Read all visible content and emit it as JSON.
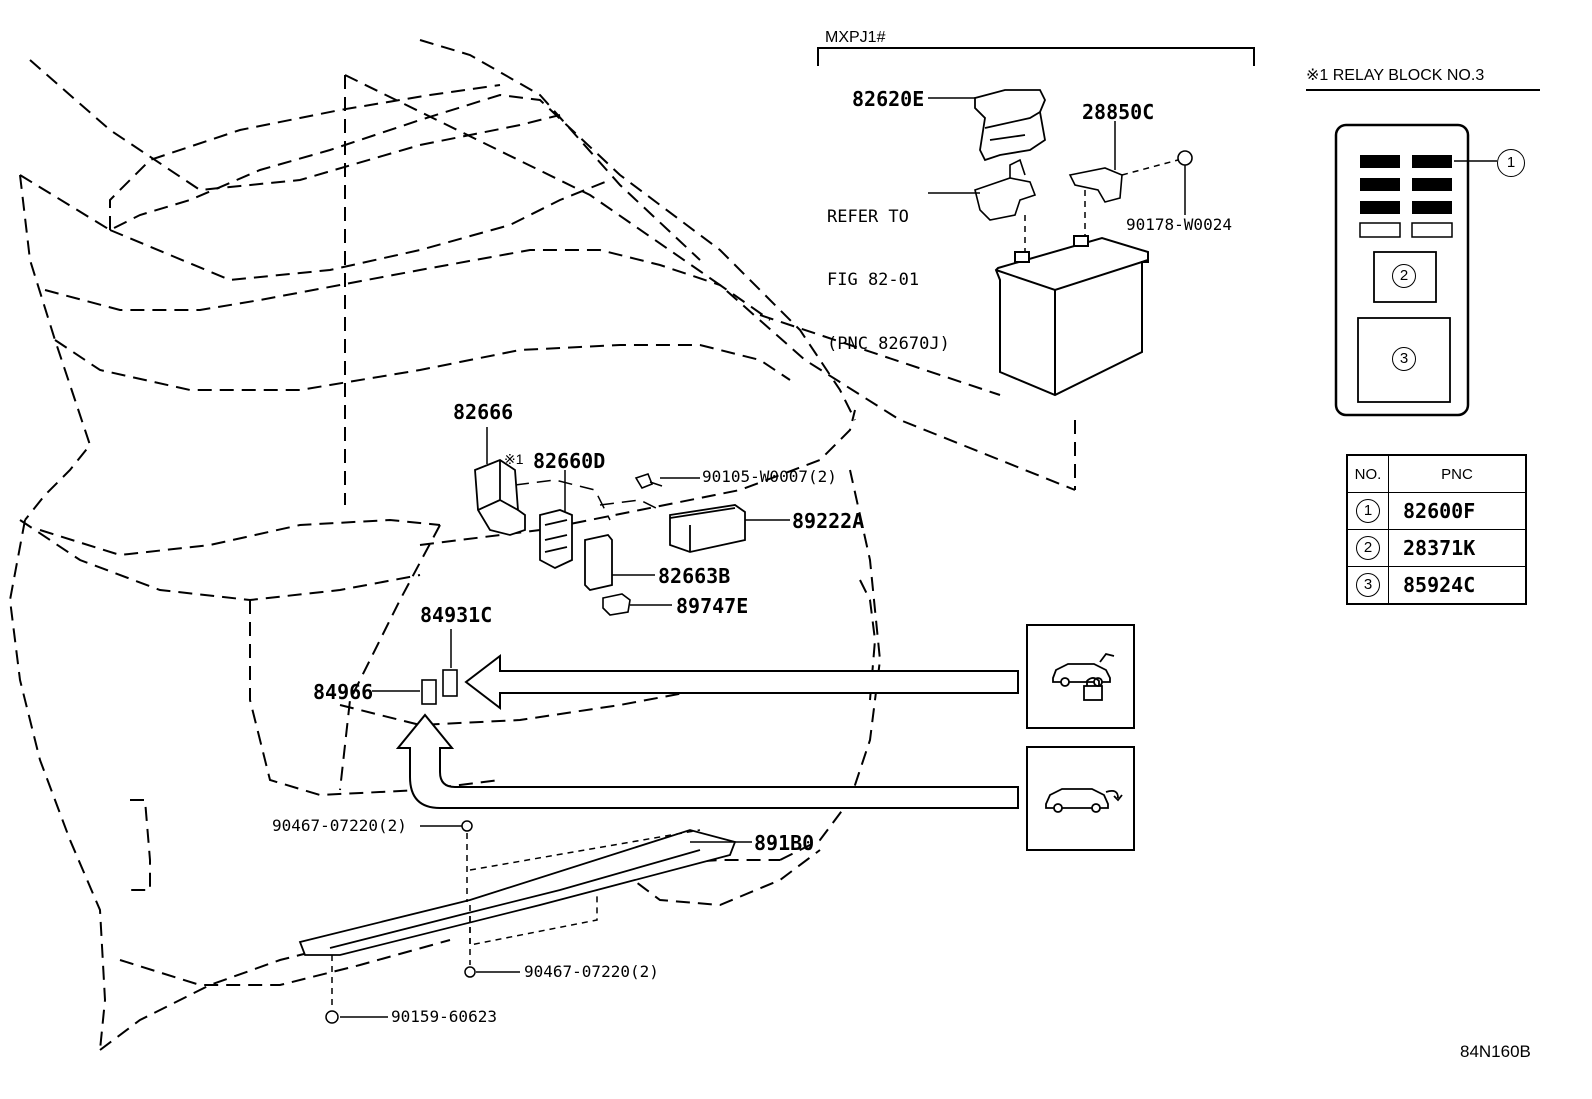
{
  "diagram": {
    "model_code": "MXPJ1#",
    "relay_block_title": "※1 RELAY BLOCK NO.3",
    "figure_code": "84N160B",
    "note_lines": [
      "REFER TO",
      "FIG 82-01",
      "(PNC 82670J)"
    ],
    "relay_block_callouts": [
      "1",
      "2",
      "3"
    ],
    "part_labels": {
      "p82620E": "82620E",
      "p28850C": "28850C",
      "p90178": "90178-W0024",
      "p82666": "82666",
      "p82660D_mark": "※1",
      "p82660D": "82660D",
      "p90105": "90105-W0007(2)",
      "p89222A": "89222A",
      "p82663B": "82663B",
      "p89747E": "89747E",
      "p84931C": "84931C",
      "p84966": "84966",
      "p90467_top": "90467-07220(2)",
      "p891B0": "891B0",
      "p90467_bottom": "90467-07220(2)",
      "p90159": "90159-60623"
    },
    "pnc_table": {
      "headers": [
        "NO.",
        "PNC"
      ],
      "rows": [
        {
          "no": "1",
          "pnc": "82600F"
        },
        {
          "no": "2",
          "pnc": "28371K"
        },
        {
          "no": "3",
          "pnc": "85924C"
        }
      ]
    },
    "icons": [
      "smart-entry-lock-icon",
      "power-back-door-icon"
    ]
  }
}
